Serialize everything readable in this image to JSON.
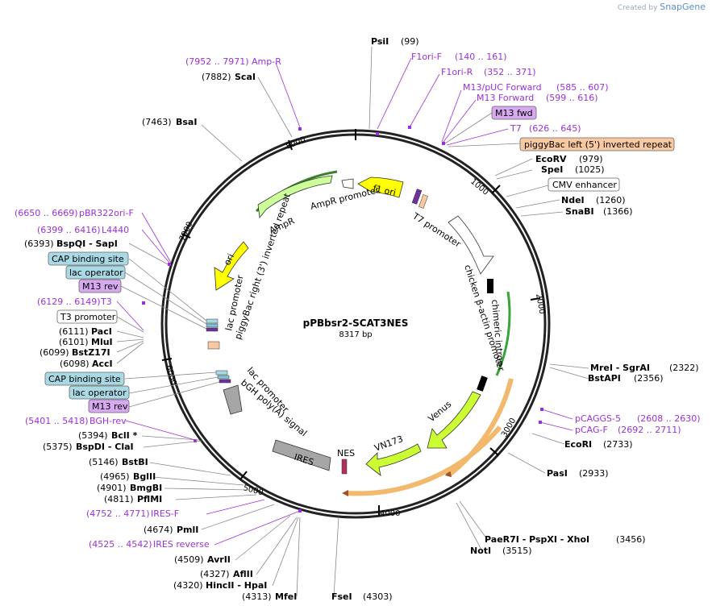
{
  "branding": {
    "created_by": "Created by",
    "app_name": "SnapGene"
  },
  "plasmid": {
    "name": "pPBbsr2-SCAT3NES",
    "length_label": "8317 bp"
  },
  "ring_ticks": [
    "1000",
    "2000",
    "3000",
    "4000",
    "5000",
    "6000",
    "7000",
    "8000"
  ],
  "features": [
    {
      "name": "f1 ori"
    },
    {
      "name": "AmpR promoter"
    },
    {
      "name": "AmpR"
    },
    {
      "name": "ori"
    },
    {
      "name": "piggyBac right (3') inverted repeat"
    },
    {
      "name": "lac promoter"
    },
    {
      "name": "T7 promoter"
    },
    {
      "name": "chicken β-actin promoter"
    },
    {
      "name": "chimeric intron"
    },
    {
      "name": "Venus"
    },
    {
      "name": "VN173"
    },
    {
      "name": "NES"
    },
    {
      "name": "IRES"
    },
    {
      "name": "bGH poly(A) signal"
    },
    {
      "name": "lac promoter"
    }
  ],
  "labels": [
    {
      "name": "PsiI",
      "pos": "(99)"
    },
    {
      "name": "F1ori-F",
      "pos": "(140 .. 161)"
    },
    {
      "name": "F1ori-R",
      "pos": "(352 .. 371)"
    },
    {
      "name": "M13/pUC Forward",
      "pos": "(585 .. 607)"
    },
    {
      "name": "M13 Forward",
      "pos": "(599 .. 616)"
    },
    {
      "name": "M13 fwd",
      "pos": ""
    },
    {
      "name": "T7",
      "pos": "(626 .. 645)"
    },
    {
      "name": "piggyBac left (5') inverted repeat",
      "pos": ""
    },
    {
      "name": "EcoRV",
      "pos": "(979)"
    },
    {
      "name": "SpeI",
      "pos": "(1025)"
    },
    {
      "name": "CMV enhancer",
      "pos": ""
    },
    {
      "name": "NdeI",
      "pos": "(1260)"
    },
    {
      "name": "SnaBI",
      "pos": "(1366)"
    },
    {
      "name": "MreI  -  SgrAI",
      "pos": "(2322)"
    },
    {
      "name": "BstAPI",
      "pos": "(2356)"
    },
    {
      "name": "pCAGGS-5",
      "pos": "(2608 .. 2630)"
    },
    {
      "name": "pCAG-F",
      "pos": "(2692 .. 2711)"
    },
    {
      "name": "EcoRI",
      "pos": "(2733)"
    },
    {
      "name": "PasI",
      "pos": "(2933)"
    },
    {
      "name": "PaeR7I  -  PspXI  -  XhoI",
      "pos": "(3456)"
    },
    {
      "name": "NotI",
      "pos": "(3515)"
    },
    {
      "name": "FseI",
      "pos": "(4303)"
    },
    {
      "name": "MfeI",
      "pos": "(4313)"
    },
    {
      "name": "HincII  -  HpaI",
      "pos": "(4320)"
    },
    {
      "name": "AflII",
      "pos": "(4327)"
    },
    {
      "name": "AvrII",
      "pos": "(4509)"
    },
    {
      "name": "IRES reverse",
      "pos": "(4525 .. 4542)"
    },
    {
      "name": "PmlI",
      "pos": "(4674)"
    },
    {
      "name": "IRES-F",
      "pos": "(4752 .. 4771)"
    },
    {
      "name": "PflMI",
      "pos": "(4811)"
    },
    {
      "name": "BmgBI",
      "pos": "(4901)"
    },
    {
      "name": "BglII",
      "pos": "(4965)"
    },
    {
      "name": "BstBI",
      "pos": "(5146)"
    },
    {
      "name": "BspDI  -  ClaI",
      "pos": "(5375)"
    },
    {
      "name": "BclI *",
      "pos": "(5394)"
    },
    {
      "name": "BGH-rev",
      "pos": "(5401 .. 5418)"
    },
    {
      "name": "M13 rev",
      "pos": ""
    },
    {
      "name": "lac operator",
      "pos": ""
    },
    {
      "name": "CAP binding site",
      "pos": ""
    },
    {
      "name": "AccI",
      "pos": "(6098)"
    },
    {
      "name": "BstZ17I",
      "pos": "(6099)"
    },
    {
      "name": "MluI",
      "pos": "(6101)"
    },
    {
      "name": "PacI",
      "pos": "(6111)"
    },
    {
      "name": "T3 promoter",
      "pos": ""
    },
    {
      "name": "T3",
      "pos": "(6129 .. 6149)"
    },
    {
      "name": "M13 rev",
      "pos": ""
    },
    {
      "name": "lac operator",
      "pos": ""
    },
    {
      "name": "CAP binding site",
      "pos": ""
    },
    {
      "name": "BspQI  -  SapI",
      "pos": "(6393)"
    },
    {
      "name": "L4440",
      "pos": "(6399 .. 6416)"
    },
    {
      "name": "pBR322ori-F",
      "pos": "(6650 .. 6669)"
    },
    {
      "name": "BsaI",
      "pos": "(7463)"
    },
    {
      "name": "ScaI",
      "pos": "(7882)"
    },
    {
      "name": "Amp-R",
      "pos": "(7952 .. 7971)"
    }
  ],
  "colors": {
    "enzyme_text": "#000000",
    "primer_text": "#9b30d9",
    "feature_line": "#555555",
    "green_box": "#c8e6c9",
    "orange_box": "#f8c9a0",
    "purple_box": "#d7a9f0",
    "blue_box": "#a9d9e4",
    "yellow": "#ffff00",
    "arrow_green": "#ccff99",
    "orange_arrow": "#f2b86c",
    "grey": "#a6a6a6"
  }
}
